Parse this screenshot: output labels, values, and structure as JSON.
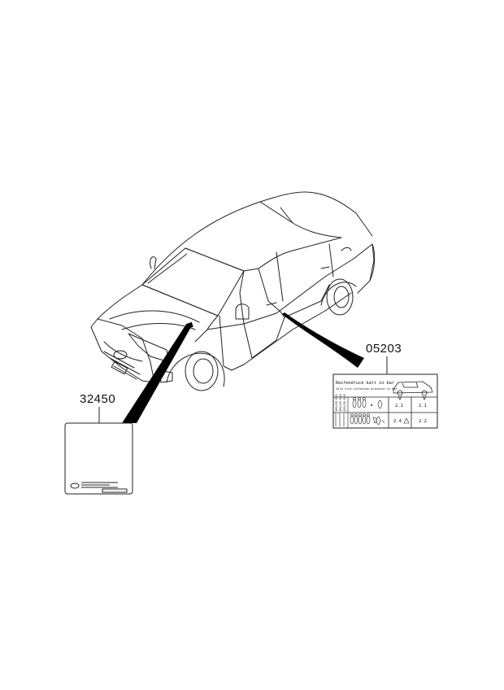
{
  "parts": [
    {
      "part_number": "32450"
    },
    {
      "part_number": "05203"
    }
  ],
  "tire_label": {
    "line1": "Reifendruck kalt in bar",
    "line2": "Cold tire inflation pressure in bar",
    "rows": [
      {
        "sizes": [
          "185/65 R15",
          "195/55 R16",
          "205/50 R16"
        ],
        "front": "2.1",
        "rear": "2.1"
      },
      {
        "sizes": [],
        "front": "2.4",
        "rear": "2.2"
      }
    ]
  }
}
